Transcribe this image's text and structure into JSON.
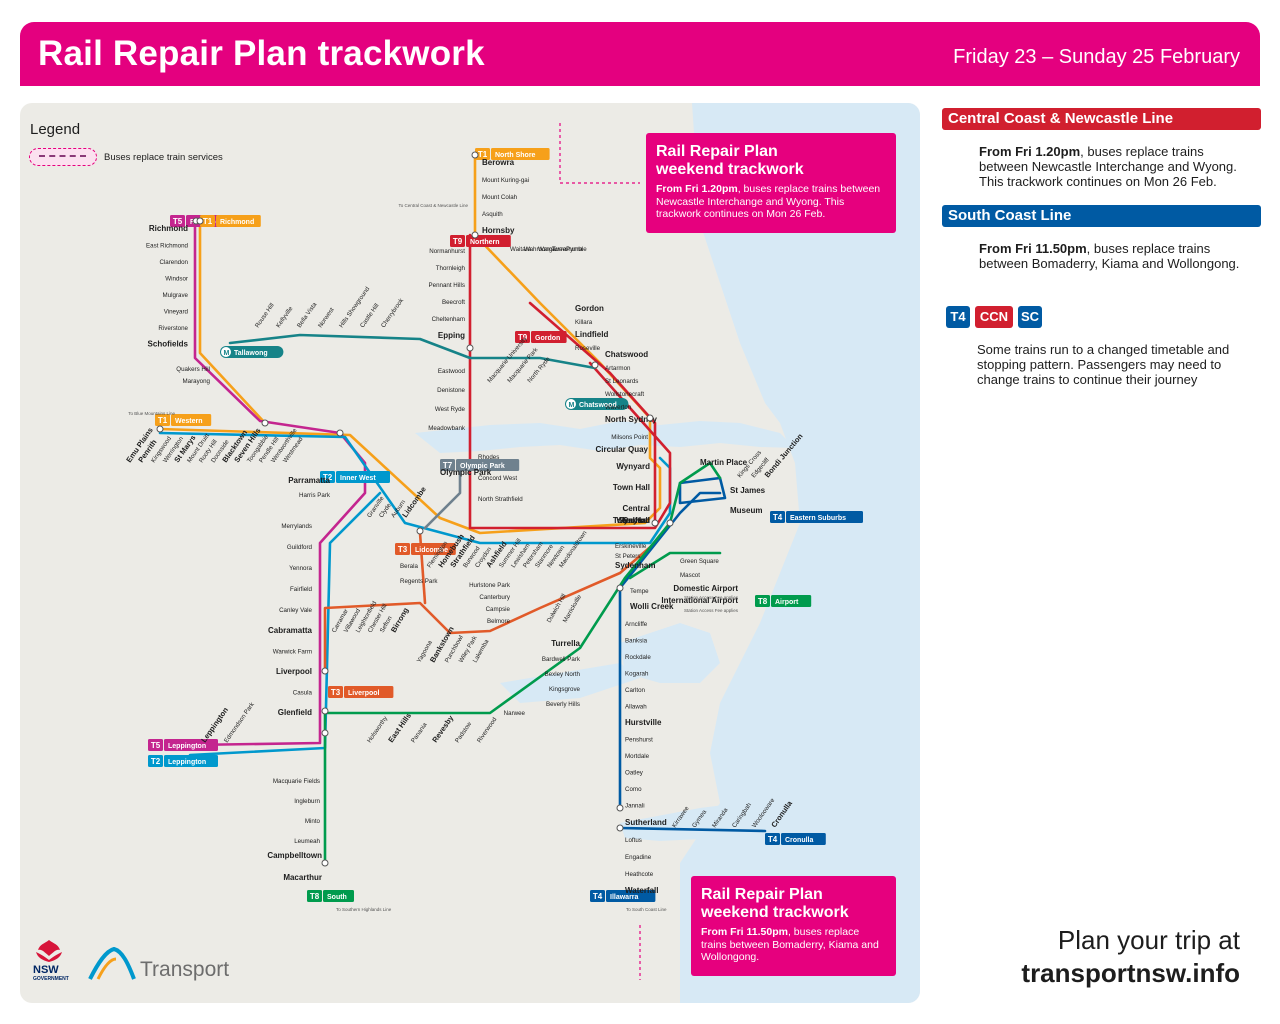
{
  "header": {
    "title": "Rail Repair Plan trackwork",
    "dates": "Friday 23 – Sunday 25 February"
  },
  "legend": {
    "title": "Legend",
    "bus_label": "Buses replace train services"
  },
  "notices": [
    {
      "title1": "Rail Repair Plan",
      "title2": "weekend trackwork",
      "bold": "From Fri 1.20pm",
      "text": ", buses replace trains between Newcastle Interchange and Wyong. This trackwork continues on Mon 26 Feb."
    },
    {
      "title1": "Rail Repair Plan",
      "title2": "weekend trackwork",
      "bold": "From Fri 11.50pm",
      "text": ", buses replace trains between Bomaderry, Kiama and Wollongong."
    }
  ],
  "info": {
    "ccn_line": "Central Coast & Newcastle Line",
    "ccn_bold": "From Fri 1.20pm",
    "ccn_text": ", buses replace trains between Newcastle Interchange and Wyong. This trackwork continues on Mon 26 Feb.",
    "sc_line": "South Coast Line",
    "sc_bold": "From Fri 11.50pm",
    "sc_text": ", buses replace trains between Bomaderry, Kiama and Wollongong.",
    "chips": [
      "T4",
      "CCN",
      "SC"
    ],
    "changed_text": "Some trains run to a changed timetable and stopping pattern. Passengers may need to change trains to continue their journey"
  },
  "footer": {
    "plan": "Plan your trip at",
    "url": "transportnsw.info",
    "brand": "Transport",
    "nsw": "NSW",
    "nsw_sub": "GOVERNMENT"
  },
  "colors": {
    "T1": "#f6a01a",
    "T2": "#0098cd",
    "T3": "#e15a29",
    "T4": "#005aa3",
    "T5": "#c4258f",
    "T8": "#009b4d",
    "T9": "#d11f2f",
    "T7": "#6f818e",
    "Metro": "#168388",
    "CCN": "#d11f2f",
    "SC": "#005aa3",
    "pink": "#e4007f",
    "water": "#d7e9f5"
  },
  "line_badges": [
    {
      "code": "T1",
      "name": "North Shore",
      "color": "#f6a01a"
    },
    {
      "code": "T5",
      "name": "Richmond",
      "color": "#c4258f"
    },
    {
      "code": "T1",
      "name": "Richmond",
      "color": "#f6a01a"
    },
    {
      "code": "T9",
      "name": "Northern",
      "color": "#d11f2f"
    },
    {
      "code": "T9",
      "name": "Gordon",
      "color": "#d11f2f"
    },
    {
      "code": "T1",
      "name": "Western",
      "color": "#f6a01a"
    },
    {
      "code": "T7",
      "name": "Olympic Park",
      "color": "#6f818e"
    },
    {
      "code": "T2",
      "name": "Inner West",
      "color": "#0098cd"
    },
    {
      "code": "T3",
      "name": "Lidcombe",
      "color": "#e15a29"
    },
    {
      "code": "T4",
      "name": "Eastern Suburbs",
      "color": "#005aa3"
    },
    {
      "code": "T8",
      "name": "Airport",
      "color": "#009b4d"
    },
    {
      "code": "T3",
      "name": "Liverpool",
      "color": "#e15a29"
    },
    {
      "code": "T5",
      "name": "Leppington",
      "color": "#c4258f"
    },
    {
      "code": "T2",
      "name": "Leppington",
      "color": "#0098cd"
    },
    {
      "code": "T4",
      "name": "Cronulla",
      "color": "#005aa3"
    },
    {
      "code": "T4",
      "name": "Illawarra",
      "color": "#005aa3"
    },
    {
      "code": "T8",
      "name": "South",
      "color": "#009b4d"
    }
  ],
  "metro_badges": [
    "Tallawong",
    "Chatswood"
  ],
  "stations": {
    "north_shore": [
      "Berowra",
      "Mount Kuring-gai",
      "Mount Colah",
      "Asquith",
      "Hornsby",
      "Waitara",
      "Wahroonga",
      "Warrawee",
      "Turramurra",
      "Pymble",
      "Gordon",
      "Killara",
      "Lindfield",
      "Roseville",
      "Chatswood",
      "Artarmon",
      "St Leonards",
      "Wollstonecraft",
      "Waverton",
      "North Sydney",
      "Milsons Point",
      "Circular Quay"
    ],
    "northern": [
      "Normanhurst",
      "Thornleigh",
      "Pennant Hills",
      "Beecroft",
      "Cheltenham",
      "Epping",
      "Eastwood",
      "Denistone",
      "West Ryde",
      "Meadowbank",
      "Rhodes",
      "Concord West",
      "North Strathfield"
    ],
    "richmond": [
      "Richmond",
      "East Richmond",
      "Clarendon",
      "Windsor",
      "Mulgrave",
      "Vineyard",
      "Riverstone",
      "Schofields",
      "Quakers Hill",
      "Marayong"
    ],
    "western": [
      "Emu Plains",
      "Penrith",
      "Kingswood",
      "Werrington",
      "St Marys",
      "Mount Druitt",
      "Rooty Hill",
      "Doonside",
      "Blacktown",
      "Seven Hills",
      "Toongabbie",
      "Pendle Hill",
      "Wentworthville",
      "Westmead",
      "Parramatta",
      "Harris Park"
    ],
    "metro": [
      "Tallawong",
      "Rouse Hill",
      "Kellyville",
      "Bella Vista",
      "Norwest",
      "Hills Showground",
      "Castle Hill",
      "Cherrybrook",
      "Macquarie University",
      "Macquarie Park",
      "North Ryde",
      "Chatswood"
    ],
    "olympic": [
      "Olympic Park"
    ],
    "inner_west": [
      "Granville",
      "Clyde",
      "Auburn",
      "Lidcombe",
      "Flemington",
      "Homebush",
      "Strathfield",
      "Burwood",
      "Croydon",
      "Ashfield",
      "Summer Hill",
      "Lewisham",
      "Petersham",
      "Stanmore",
      "Newtown",
      "Macdonaldtown",
      "Redfern",
      "Central",
      "Town Hall",
      "Wynyard",
      "Martin Place",
      "Kings Cross",
      "Edgecliff",
      "Bondi Junction",
      "St James",
      "Museum"
    ],
    "bankstown": [
      "Berala",
      "Regents Park",
      "Carramar",
      "Villawood",
      "Leightonfield",
      "Chester Hill",
      "Sefton",
      "Birrong",
      "Yagoona",
      "Bankstown",
      "Punchbowl",
      "Wiley Park",
      "Lakemba",
      "Belmore",
      "Campsie",
      "Canterbury",
      "Hurlstone Park",
      "Dulwich Hill",
      "Marrickville",
      "Erskineville",
      "St Peters",
      "Sydenham"
    ],
    "liverpool": [
      "Merrylands",
      "Guildford",
      "Yennora",
      "Fairfield",
      "Canley Vale",
      "Cabramatta",
      "Warwick Farm",
      "Liverpool",
      "Casula",
      "Glenfield",
      "Leppington",
      "Edmondson Park",
      "Macquarie Fields",
      "Ingleburn",
      "Minto",
      "Leumeah",
      "Campbelltown",
      "Macarthur"
    ],
    "airport": [
      "Green Square",
      "Mascot",
      "Domestic Airport",
      "International Airport",
      "Tempe",
      "Wolli Creek",
      "Turrella",
      "Bardwell Park",
      "Bexley North",
      "Kingsgrove",
      "Beverly Hills",
      "Narwee",
      "Riverwood",
      "Padstow",
      "Revesby",
      "Panania",
      "East Hills",
      "Holsworthy"
    ],
    "illawarra": [
      "Arncliffe",
      "Banksia",
      "Rockdale",
      "Kogarah",
      "Carlton",
      "Allawah",
      "Hurstville",
      "Penshurst",
      "Mortdale",
      "Oatley",
      "Como",
      "Jannali",
      "Sutherland",
      "Loftus",
      "Engadine",
      "Heathcote",
      "Waterfall",
      "Kirrawee",
      "Gymea",
      "Miranda",
      "Caringbah",
      "Woolooware",
      "Cronulla"
    ]
  },
  "map_notes": {
    "cc_newcastle": "To Central Coast & Newcastle Line",
    "blue_mountains": "To Blue Mountains Line",
    "southern_highlands": "To Southern Highlands Line",
    "south_coast": "To South Coast Line",
    "airport_fee": "Station Access Fee applies"
  }
}
